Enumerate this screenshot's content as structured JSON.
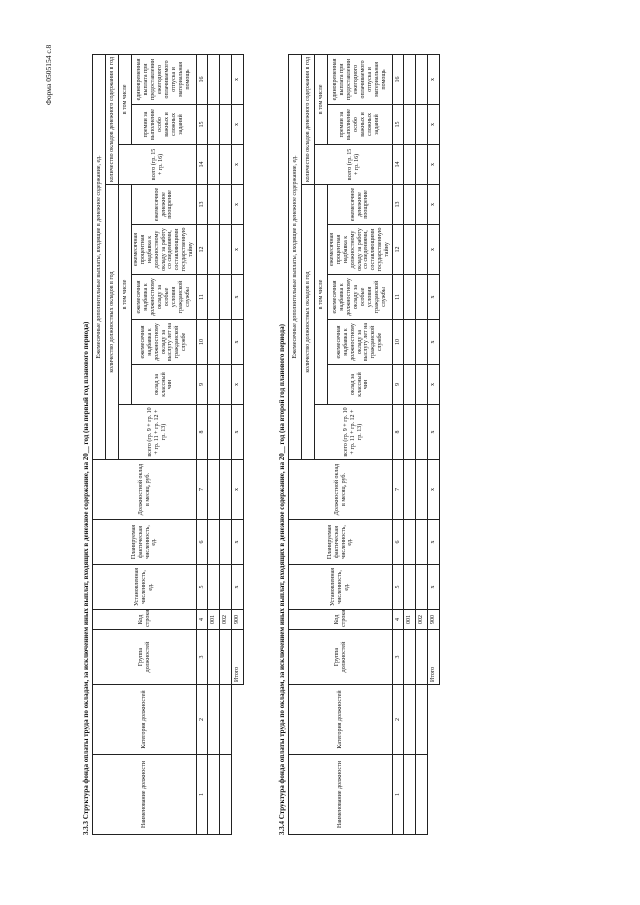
{
  "form_code": "Форма 0505154 с.8",
  "col_headers": {
    "name": "Наименование должности",
    "category": "Категория должностей",
    "group": "Группа должностей",
    "line_code": "Код строки",
    "established": "Установленная численность, ед.",
    "planned": "Планируемая фактическая численность, ед.",
    "salary": "Должностной оклад в месяц, руб.",
    "monthly_group": "Ежемесячные дополнительные выплаты, входящие в денежное содержание, ед.",
    "count_salaries": "количество должностных окладов в год",
    "total": "всего (гр. 9 + гр. 10 + гр. 11 + гр. 12 + гр. 13)",
    "including": "в том числе",
    "class_rank": "оклад за классный чин",
    "seniority": "ежемесячная надбавка к должностному окладу за выслугу лет на гражданской службе",
    "special_conditions": "ежемесячная надбавка к должностному окладу за особые условия гражданской службы",
    "secret": "ежемесячная процентная надбавка к должностному окладу за работу со сведениями, составляющими государственную тайну",
    "bonus": "ежемесячное денежное поощрение",
    "count_money": "количество окладов денежного содержания в год",
    "total2": "всего (гр. 15 + гр. 16)",
    "premiums": "премии за выполнение особо важных и сложных заданий",
    "vacation_payment": "единовременная выплата при предоставлении ежегодного оплачиваемого отпуска и материальная помощь"
  },
  "col_numbers": [
    "1",
    "2",
    "3",
    "4",
    "5",
    "6",
    "7",
    "8",
    "9",
    "10",
    "11",
    "12",
    "13",
    "14",
    "15",
    "16"
  ],
  "sections": [
    {
      "title": "3.3.3 Структура фонда оплаты труда по окладам, за исключением иных выплат, входящих в денежное содержание, на 20__ год (на первый год планового периода)",
      "rows": [
        {
          "code": "001",
          "marks": [
            "",
            "",
            "",
            "",
            "",
            "",
            "",
            "",
            "",
            "",
            "",
            "",
            ""
          ]
        },
        {
          "code": "002",
          "marks": [
            "",
            "",
            "",
            "",
            "",
            "",
            "",
            "",
            "",
            "",
            "",
            "",
            ""
          ]
        }
      ],
      "total_label": "Итого",
      "total_code": "900",
      "total_marks": [
        "x",
        "x",
        "x",
        "",
        "",
        "",
        "",
        "",
        "",
        "",
        "",
        "",
        ""
      ]
    },
    {
      "title": "3.3.4 Структура фонда оплаты труда по окладам, за исключением иных выплат, входящих в денежное содержание, на 20__ год (на второй год планового периода)",
      "rows": [
        {
          "code": "001",
          "marks": [
            "",
            "",
            "",
            "",
            "",
            "",
            "",
            "",
            "",
            "",
            "",
            "",
            ""
          ]
        },
        {
          "code": "002",
          "marks": [
            "",
            "",
            "",
            "",
            "",
            "",
            "",
            "",
            "",
            "",
            "",
            "",
            ""
          ]
        }
      ],
      "total_label": "Итого",
      "total_code": "900",
      "total_marks": [
        "x",
        "x",
        "x",
        "",
        "",
        "",
        "",
        "",
        "",
        "",
        "",
        "",
        ""
      ]
    }
  ],
  "x_mark": "x"
}
